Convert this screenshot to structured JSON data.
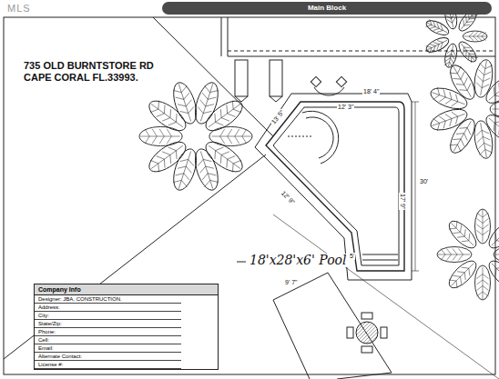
{
  "diagram": {
    "nodes": [
      {
        "text": [
          "Main Block"
        ]
      },
      {
        "text": [
          "Company Info",
          "Designer: JBA, CONSTRUCTION.",
          "Address:",
          "City:",
          "State/Zip:",
          "Phone:",
          "Cell:",
          "Email:",
          "Alternate Contact:",
          "License #:"
        ]
      }
    ],
    "edges": [],
    "labels": [
      "MLS",
      "735 OLD BURNTSTORE RD CAPE CORAL FL.33993.",
      "18'x28'x6' Pool",
      "18' 4\"",
      "12' 3\"",
      "13' 5\"",
      "12' 9\"",
      "17' 9\"",
      "5'",
      "30'",
      "9' 7\""
    ]
  }
}
